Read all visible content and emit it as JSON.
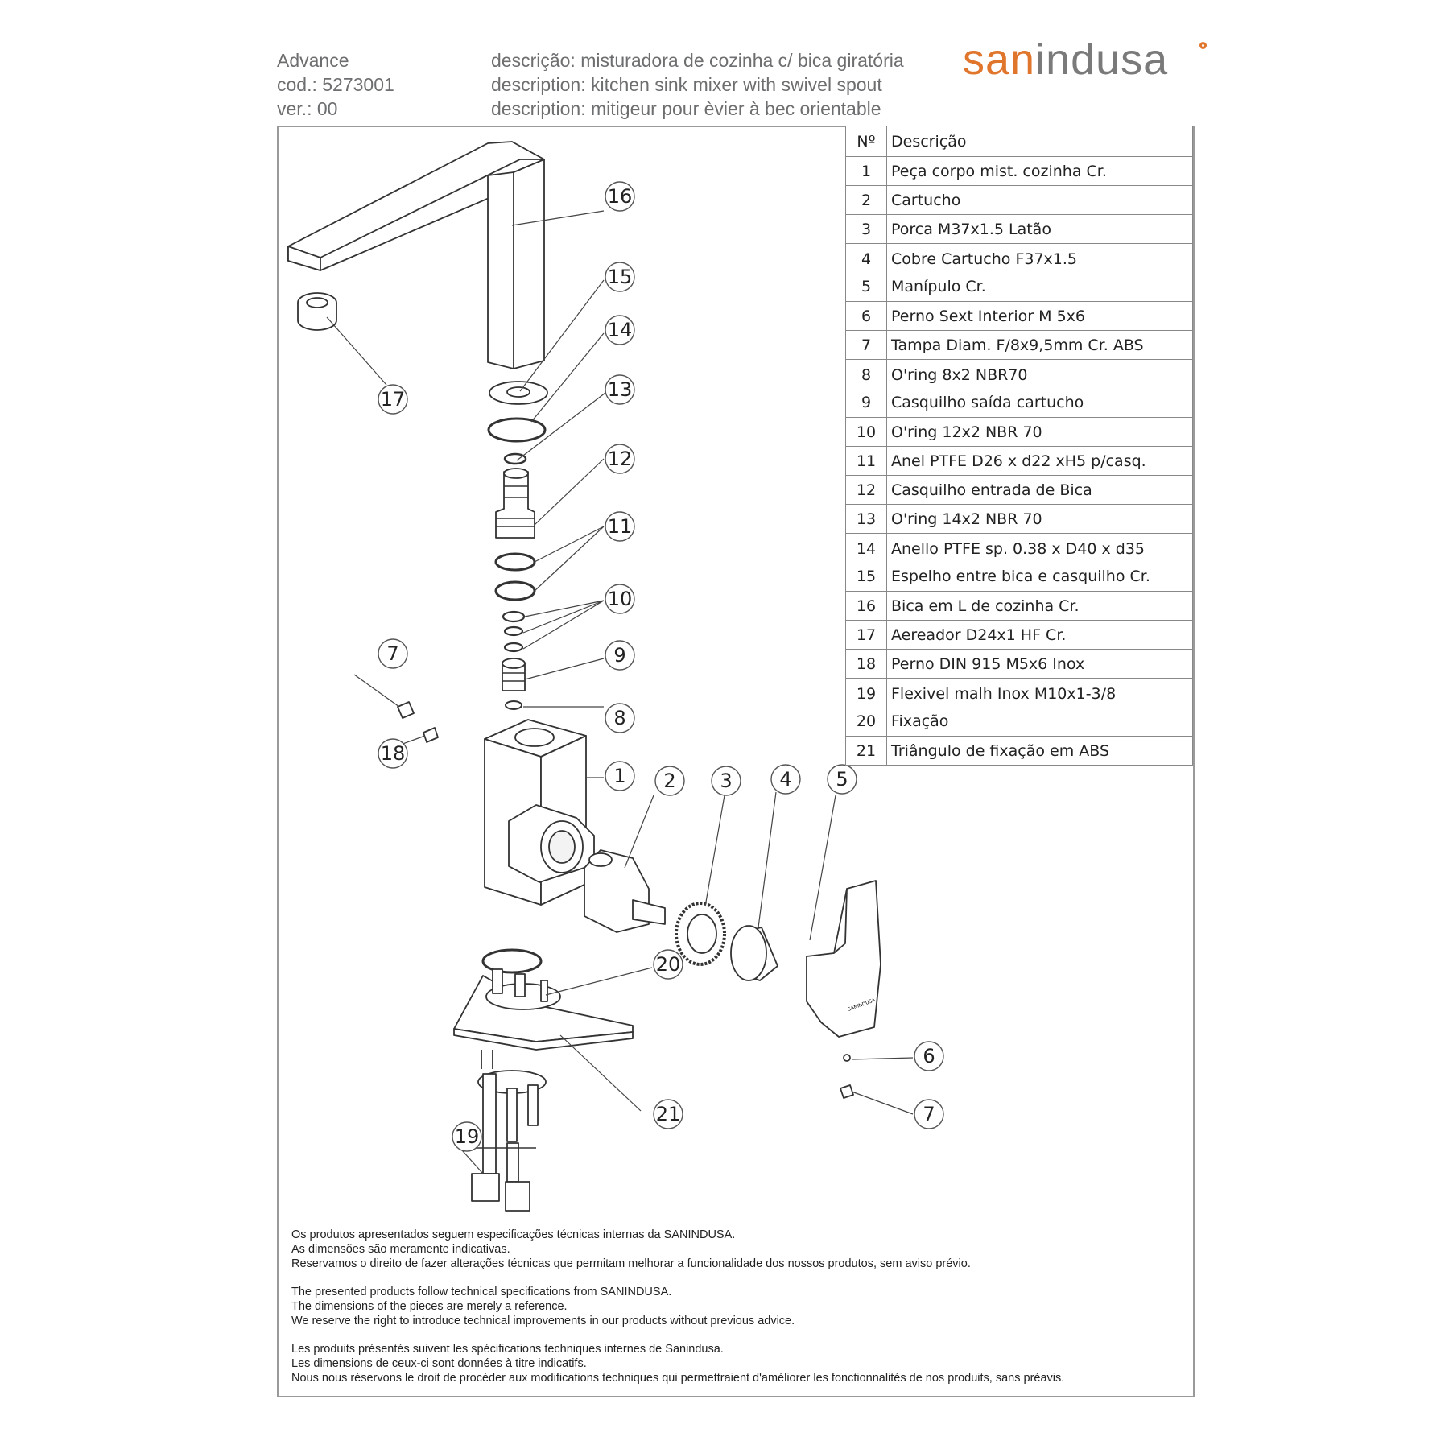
{
  "header": {
    "model": "Advance",
    "code": "cod.: 5273001",
    "version": "ver.: 00",
    "desc_pt": "descrição: misturadora de cozinha c/ bica giratória",
    "desc_en": "description:  kitchen sink mixer with swivel spout",
    "desc_fr": "description: mitigeur pour èvier à bec orientable"
  },
  "brand": {
    "part1": "san",
    "part2": "indusa",
    "accent_color": "#e0752c",
    "gray_color": "#7a7a7a"
  },
  "table": {
    "col_no": "Nº",
    "col_desc": "Descrição",
    "rows": [
      {
        "n": [
          "1"
        ],
        "d": [
          "Peça corpo mist. cozinha Cr."
        ]
      },
      {
        "n": [
          "2"
        ],
        "d": [
          "Cartucho"
        ]
      },
      {
        "n": [
          "3"
        ],
        "d": [
          "Porca M37x1.5 Latão"
        ]
      },
      {
        "n": [
          "4",
          "5"
        ],
        "d": [
          "Cobre Cartucho F37x1.5",
          "Manípulo Cr."
        ]
      },
      {
        "n": [
          "6"
        ],
        "d": [
          "Perno Sext Interior M 5x6"
        ]
      },
      {
        "n": [
          "7"
        ],
        "d": [
          "Tampa Diam. F/8x9,5mm Cr. ABS"
        ]
      },
      {
        "n": [
          "8",
          "9"
        ],
        "d": [
          "O'ring 8x2 NBR70",
          "Casquilho saída cartucho"
        ]
      },
      {
        "n": [
          "10"
        ],
        "d": [
          "O'ring 12x2 NBR 70"
        ]
      },
      {
        "n": [
          "11"
        ],
        "d": [
          "Anel PTFE D26 x d22 xH5 p/casq."
        ]
      },
      {
        "n": [
          "12"
        ],
        "d": [
          "Casquilho entrada de Bica"
        ]
      },
      {
        "n": [
          "13"
        ],
        "d": [
          "O'ring 14x2 NBR 70"
        ]
      },
      {
        "n": [
          "14",
          "15"
        ],
        "d": [
          "Anello PTFE sp. 0.38 x D40 x d35",
          "Espelho entre bica e casquilho Cr."
        ]
      },
      {
        "n": [
          "16"
        ],
        "d": [
          "Bica em L de cozinha Cr."
        ]
      },
      {
        "n": [
          "17"
        ],
        "d": [
          "Aereador D24x1 HF Cr."
        ]
      },
      {
        "n": [
          "18"
        ],
        "d": [
          "Perno DIN 915 M5x6 Inox"
        ]
      },
      {
        "n": [
          "19",
          "20"
        ],
        "d": [
          "Flexivel malh Inox M10x1-3/8",
          "Fixação"
        ]
      },
      {
        "n": [
          "21"
        ],
        "d": [
          "Triângulo de fixação em ABS"
        ]
      }
    ]
  },
  "callouts": [
    "1",
    "2",
    "3",
    "4",
    "5",
    "6",
    "7",
    "7",
    "8",
    "9",
    "10",
    "11",
    "12",
    "13",
    "14",
    "15",
    "16",
    "17",
    "18",
    "19",
    "20",
    "21"
  ],
  "handle_mark": "SANINDUSA",
  "notes": {
    "pt": [
      "Os produtos apresentados seguem especificações técnicas internas da SANINDUSA.",
      "As dimensões são meramente indicativas.",
      "Reservamos o direito de fazer alterações técnicas que permitam melhorar a funcionalidade dos nossos produtos, sem aviso prévio."
    ],
    "en": [
      "The presented products follow technical specifications from SANINDUSA.",
      "The dimensions of the pieces are merely a reference.",
      "We reserve the right to introduce technical improvements in our products without previous advice."
    ],
    "fr": [
      "Les produits présentés suivent les spécifications techniques internes de Sanindusa.",
      "Les dimensions de ceux-ci sont données à titre indicatifs.",
      "Nous nous réservons le droit de procéder aux modifications techniques qui permettraient d'améliorer les fonctionnalités de nos produits, sans préavis."
    ]
  }
}
